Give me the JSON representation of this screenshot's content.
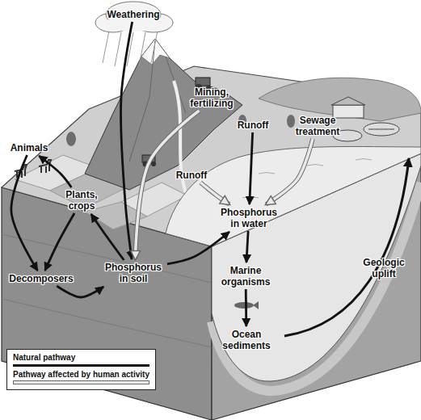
{
  "diagram": {
    "nodes": [
      {
        "text": [
          "Weathering"
        ]
      },
      {
        "text": [
          "Mining, fertilizing"
        ]
      },
      {
        "text": [
          "Sewage treatment"
        ]
      },
      {
        "text": [
          "Runoff"
        ]
      },
      {
        "text": [
          "Animals"
        ]
      },
      {
        "text": [
          "Runoff"
        ]
      },
      {
        "text": [
          "Plants, crops"
        ]
      },
      {
        "text": [
          "Phosphorus in water"
        ]
      },
      {
        "text": [
          "Phosphorus in soil"
        ]
      },
      {
        "text": [
          "Marine organisms"
        ]
      },
      {
        "text": [
          "Decomposers"
        ]
      },
      {
        "text": [
          "Ocean sediments"
        ]
      }
    ],
    "edges": [
      {
        "from": 0,
        "to": 8,
        "arrow": "to"
      },
      {
        "from": 1,
        "to": 8,
        "arrow": "to"
      },
      {
        "from": 5,
        "to": 7,
        "arrow": "to"
      },
      {
        "from": 3,
        "to": 7,
        "arrow": "to"
      },
      {
        "from": 2,
        "to": 7,
        "arrow": "to"
      },
      {
        "from": 8,
        "to": 6,
        "arrow": "to"
      },
      {
        "from": 6,
        "to": 4,
        "arrow": "to"
      },
      {
        "from": 4,
        "to": 10,
        "arrow": "to"
      },
      {
        "from": 6,
        "to": 10,
        "arrow": "to"
      },
      {
        "from": 10,
        "to": 8,
        "arrow": "to"
      },
      {
        "from": 8,
        "to": 7,
        "arrow": "to"
      },
      {
        "from": 7,
        "to": 9,
        "arrow": "to"
      },
      {
        "from": 9,
        "to": 11,
        "arrow": "to"
      }
    ],
    "labels": [
      "Geologic uplift"
    ],
    "legend": [
      {
        "text": "Natural pathway"
      },
      {
        "text": "Pathway affected by human activity"
      }
    ]
  }
}
